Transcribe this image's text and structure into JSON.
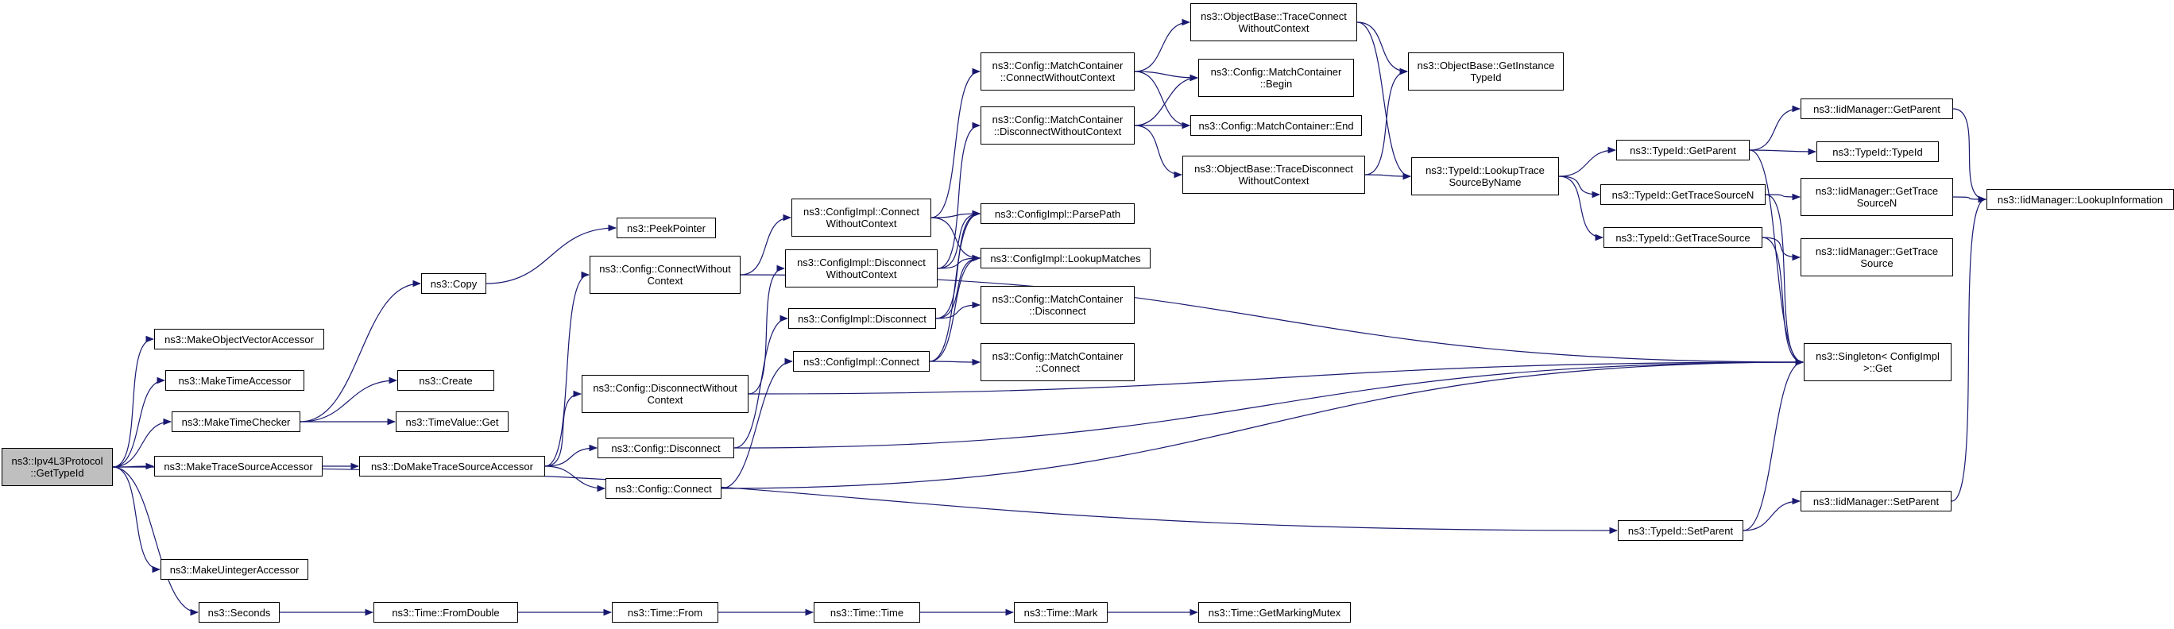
{
  "graph": {
    "nodes": [
      {
        "id": "root",
        "lines": [
          "ns3::Ipv4L3Protocol",
          "::GetTypeId"
        ]
      },
      {
        "id": "makeObjectVectorAccessor",
        "lines": [
          "ns3::MakeObjectVectorAccessor"
        ]
      },
      {
        "id": "makeTimeAccessor",
        "lines": [
          "ns3::MakeTimeAccessor"
        ]
      },
      {
        "id": "makeTimeChecker",
        "lines": [
          "ns3::MakeTimeChecker"
        ]
      },
      {
        "id": "makeTraceSourceAccessor",
        "lines": [
          "ns3::MakeTraceSourceAccessor"
        ]
      },
      {
        "id": "makeUintegerAccessor",
        "lines": [
          "ns3::MakeUintegerAccessor"
        ]
      },
      {
        "id": "seconds",
        "lines": [
          "ns3::Seconds"
        ]
      },
      {
        "id": "copy",
        "lines": [
          "ns3::Copy"
        ]
      },
      {
        "id": "create",
        "lines": [
          "ns3::Create"
        ]
      },
      {
        "id": "timeValueGet",
        "lines": [
          "ns3::TimeValue::Get"
        ]
      },
      {
        "id": "doMakeTraceSourceAccessor",
        "lines": [
          "ns3::DoMakeTraceSourceAccessor"
        ]
      },
      {
        "id": "timeFromDouble",
        "lines": [
          "ns3::Time::FromDouble"
        ]
      },
      {
        "id": "peekPointer",
        "lines": [
          "ns3::PeekPointer"
        ]
      },
      {
        "id": "configConnectWithoutContext",
        "lines": [
          "ns3::Config::ConnectWithout",
          "Context"
        ]
      },
      {
        "id": "configDisconnectWithoutContext",
        "lines": [
          "ns3::Config::DisconnectWithout",
          "Context"
        ]
      },
      {
        "id": "configDisconnect",
        "lines": [
          "ns3::Config::Disconnect"
        ]
      },
      {
        "id": "configConnect",
        "lines": [
          "ns3::Config::Connect"
        ]
      },
      {
        "id": "timeFrom",
        "lines": [
          "ns3::Time::From"
        ]
      },
      {
        "id": "implConnectWithoutContext",
        "lines": [
          "ns3::ConfigImpl::Connect",
          "WithoutContext"
        ]
      },
      {
        "id": "implDisconnectWithoutContext",
        "lines": [
          "ns3::ConfigImpl::Disconnect",
          "WithoutContext"
        ]
      },
      {
        "id": "implDisconnect",
        "lines": [
          "ns3::ConfigImpl::Disconnect"
        ]
      },
      {
        "id": "implConnect",
        "lines": [
          "ns3::ConfigImpl::Connect"
        ]
      },
      {
        "id": "timeTime",
        "lines": [
          "ns3::Time::Time"
        ]
      },
      {
        "id": "mcConnectWithoutContext",
        "lines": [
          "ns3::Config::MatchContainer",
          "::ConnectWithoutContext"
        ]
      },
      {
        "id": "mcDisconnectWithoutContext",
        "lines": [
          "ns3::Config::MatchContainer",
          "::DisconnectWithoutContext"
        ]
      },
      {
        "id": "parsePath",
        "lines": [
          "ns3::ConfigImpl::ParsePath"
        ]
      },
      {
        "id": "lookupMatches",
        "lines": [
          "ns3::ConfigImpl::LookupMatches"
        ]
      },
      {
        "id": "mcDisconnect",
        "lines": [
          "ns3::Config::MatchContainer",
          "::Disconnect"
        ]
      },
      {
        "id": "mcConnect",
        "lines": [
          "ns3::Config::MatchContainer",
          "::Connect"
        ]
      },
      {
        "id": "timeMark",
        "lines": [
          "ns3::Time::Mark"
        ]
      },
      {
        "id": "obTraceConnectWithoutContext",
        "lines": [
          "ns3::ObjectBase::TraceConnect",
          "WithoutContext"
        ]
      },
      {
        "id": "mcBegin",
        "lines": [
          "ns3::Config::MatchContainer",
          "::Begin"
        ]
      },
      {
        "id": "mcEnd",
        "lines": [
          "ns3::Config::MatchContainer::End"
        ]
      },
      {
        "id": "obTraceDisconnectWithoutContext",
        "lines": [
          "ns3::ObjectBase::TraceDisconnect",
          "WithoutContext"
        ]
      },
      {
        "id": "getMarkingMutex",
        "lines": [
          "ns3::Time::GetMarkingMutex"
        ]
      },
      {
        "id": "obGetInstanceTypeId",
        "lines": [
          "ns3::ObjectBase::GetInstance",
          "TypeId"
        ]
      },
      {
        "id": "lookupTraceSourceByName",
        "lines": [
          "ns3::TypeId::LookupTrace",
          "SourceByName"
        ]
      },
      {
        "id": "typeIdGetParent",
        "lines": [
          "ns3::TypeId::GetParent"
        ]
      },
      {
        "id": "typeIdGetTraceSourceN",
        "lines": [
          "ns3::TypeId::GetTraceSourceN"
        ]
      },
      {
        "id": "typeIdGetTraceSource",
        "lines": [
          "ns3::TypeId::GetTraceSource"
        ]
      },
      {
        "id": "singletonGet",
        "lines": [
          "ns3::Singleton< ConfigImpl",
          "  >::Get"
        ]
      },
      {
        "id": "typeIdSetParent",
        "lines": [
          "ns3::TypeId::SetParent"
        ]
      },
      {
        "id": "iidGetParent",
        "lines": [
          "ns3::IidManager::GetParent"
        ]
      },
      {
        "id": "typeIdTypeId",
        "lines": [
          "ns3::TypeId::TypeId"
        ]
      },
      {
        "id": "iidGetTraceSourceN",
        "lines": [
          "ns3::IidManager::GetTrace",
          "SourceN"
        ]
      },
      {
        "id": "iidGetTraceSource",
        "lines": [
          "ns3::IidManager::GetTrace",
          "Source"
        ]
      },
      {
        "id": "iidSetParent",
        "lines": [
          "ns3::IidManager::SetParent"
        ]
      },
      {
        "id": "iidLookupInformation",
        "lines": [
          "ns3::IidManager::LookupInformation"
        ]
      }
    ],
    "edges": [
      [
        "root",
        "makeObjectVectorAccessor"
      ],
      [
        "root",
        "makeTimeAccessor"
      ],
      [
        "root",
        "makeTimeChecker"
      ],
      [
        "root",
        "makeTraceSourceAccessor"
      ],
      [
        "root",
        "makeUintegerAccessor"
      ],
      [
        "root",
        "seconds"
      ],
      [
        "root",
        "typeIdSetParent"
      ],
      [
        "makeTimeChecker",
        "copy"
      ],
      [
        "makeTimeChecker",
        "create"
      ],
      [
        "makeTimeChecker",
        "timeValueGet"
      ],
      [
        "copy",
        "peekPointer"
      ],
      [
        "makeTraceSourceAccessor",
        "doMakeTraceSourceAccessor"
      ],
      [
        "doMakeTraceSourceAccessor",
        "configConnectWithoutContext"
      ],
      [
        "doMakeTraceSourceAccessor",
        "configDisconnectWithoutContext"
      ],
      [
        "doMakeTraceSourceAccessor",
        "configDisconnect"
      ],
      [
        "doMakeTraceSourceAccessor",
        "configConnect"
      ],
      [
        "configConnectWithoutContext",
        "implConnectWithoutContext"
      ],
      [
        "configConnectWithoutContext",
        "singletonGet"
      ],
      [
        "configDisconnectWithoutContext",
        "implDisconnectWithoutContext"
      ],
      [
        "configDisconnectWithoutContext",
        "singletonGet"
      ],
      [
        "configDisconnect",
        "implDisconnect"
      ],
      [
        "configDisconnect",
        "singletonGet"
      ],
      [
        "configConnect",
        "implConnect"
      ],
      [
        "configConnect",
        "singletonGet"
      ],
      [
        "implConnectWithoutContext",
        "mcConnectWithoutContext"
      ],
      [
        "implConnectWithoutContext",
        "parsePath"
      ],
      [
        "implConnectWithoutContext",
        "lookupMatches"
      ],
      [
        "implDisconnectWithoutContext",
        "mcDisconnectWithoutContext"
      ],
      [
        "implDisconnectWithoutContext",
        "parsePath"
      ],
      [
        "implDisconnectWithoutContext",
        "lookupMatches"
      ],
      [
        "implDisconnect",
        "mcDisconnect"
      ],
      [
        "implDisconnect",
        "parsePath"
      ],
      [
        "implDisconnect",
        "lookupMatches"
      ],
      [
        "implConnect",
        "mcConnect"
      ],
      [
        "implConnect",
        "parsePath"
      ],
      [
        "implConnect",
        "lookupMatches"
      ],
      [
        "mcConnectWithoutContext",
        "obTraceConnectWithoutContext"
      ],
      [
        "mcConnectWithoutContext",
        "mcBegin"
      ],
      [
        "mcConnectWithoutContext",
        "mcEnd"
      ],
      [
        "mcDisconnectWithoutContext",
        "mcBegin"
      ],
      [
        "mcDisconnectWithoutContext",
        "mcEnd"
      ],
      [
        "mcDisconnectWithoutContext",
        "obTraceDisconnectWithoutContext"
      ],
      [
        "obTraceConnectWithoutContext",
        "obGetInstanceTypeId"
      ],
      [
        "obTraceConnectWithoutContext",
        "lookupTraceSourceByName"
      ],
      [
        "obTraceDisconnectWithoutContext",
        "obGetInstanceTypeId"
      ],
      [
        "obTraceDisconnectWithoutContext",
        "lookupTraceSourceByName"
      ],
      [
        "lookupTraceSourceByName",
        "typeIdGetParent"
      ],
      [
        "lookupTraceSourceByName",
        "typeIdGetTraceSourceN"
      ],
      [
        "lookupTraceSourceByName",
        "typeIdGetTraceSource"
      ],
      [
        "typeIdGetParent",
        "iidGetParent"
      ],
      [
        "typeIdGetParent",
        "typeIdTypeId"
      ],
      [
        "typeIdGetParent",
        "singletonGet"
      ],
      [
        "typeIdGetTraceSourceN",
        "iidGetTraceSourceN"
      ],
      [
        "typeIdGetTraceSourceN",
        "singletonGet"
      ],
      [
        "typeIdGetTraceSource",
        "iidGetTraceSource"
      ],
      [
        "typeIdGetTraceSource",
        "singletonGet"
      ],
      [
        "typeIdSetParent",
        "iidSetParent"
      ],
      [
        "typeIdSetParent",
        "singletonGet"
      ],
      [
        "iidGetParent",
        "iidLookupInformation"
      ],
      [
        "iidGetTraceSourceN",
        "iidLookupInformation"
      ],
      [
        "iidSetParent",
        "iidLookupInformation"
      ],
      [
        "seconds",
        "timeFromDouble"
      ],
      [
        "timeFromDouble",
        "timeFrom"
      ],
      [
        "timeFrom",
        "timeTime"
      ],
      [
        "timeTime",
        "timeMark"
      ],
      [
        "timeMark",
        "getMarkingMutex"
      ]
    ],
    "colors": {
      "edge": "#191970",
      "node_border": "#000000",
      "root_fill": "#bfbfbf",
      "node_fill": "#ffffff"
    }
  }
}
